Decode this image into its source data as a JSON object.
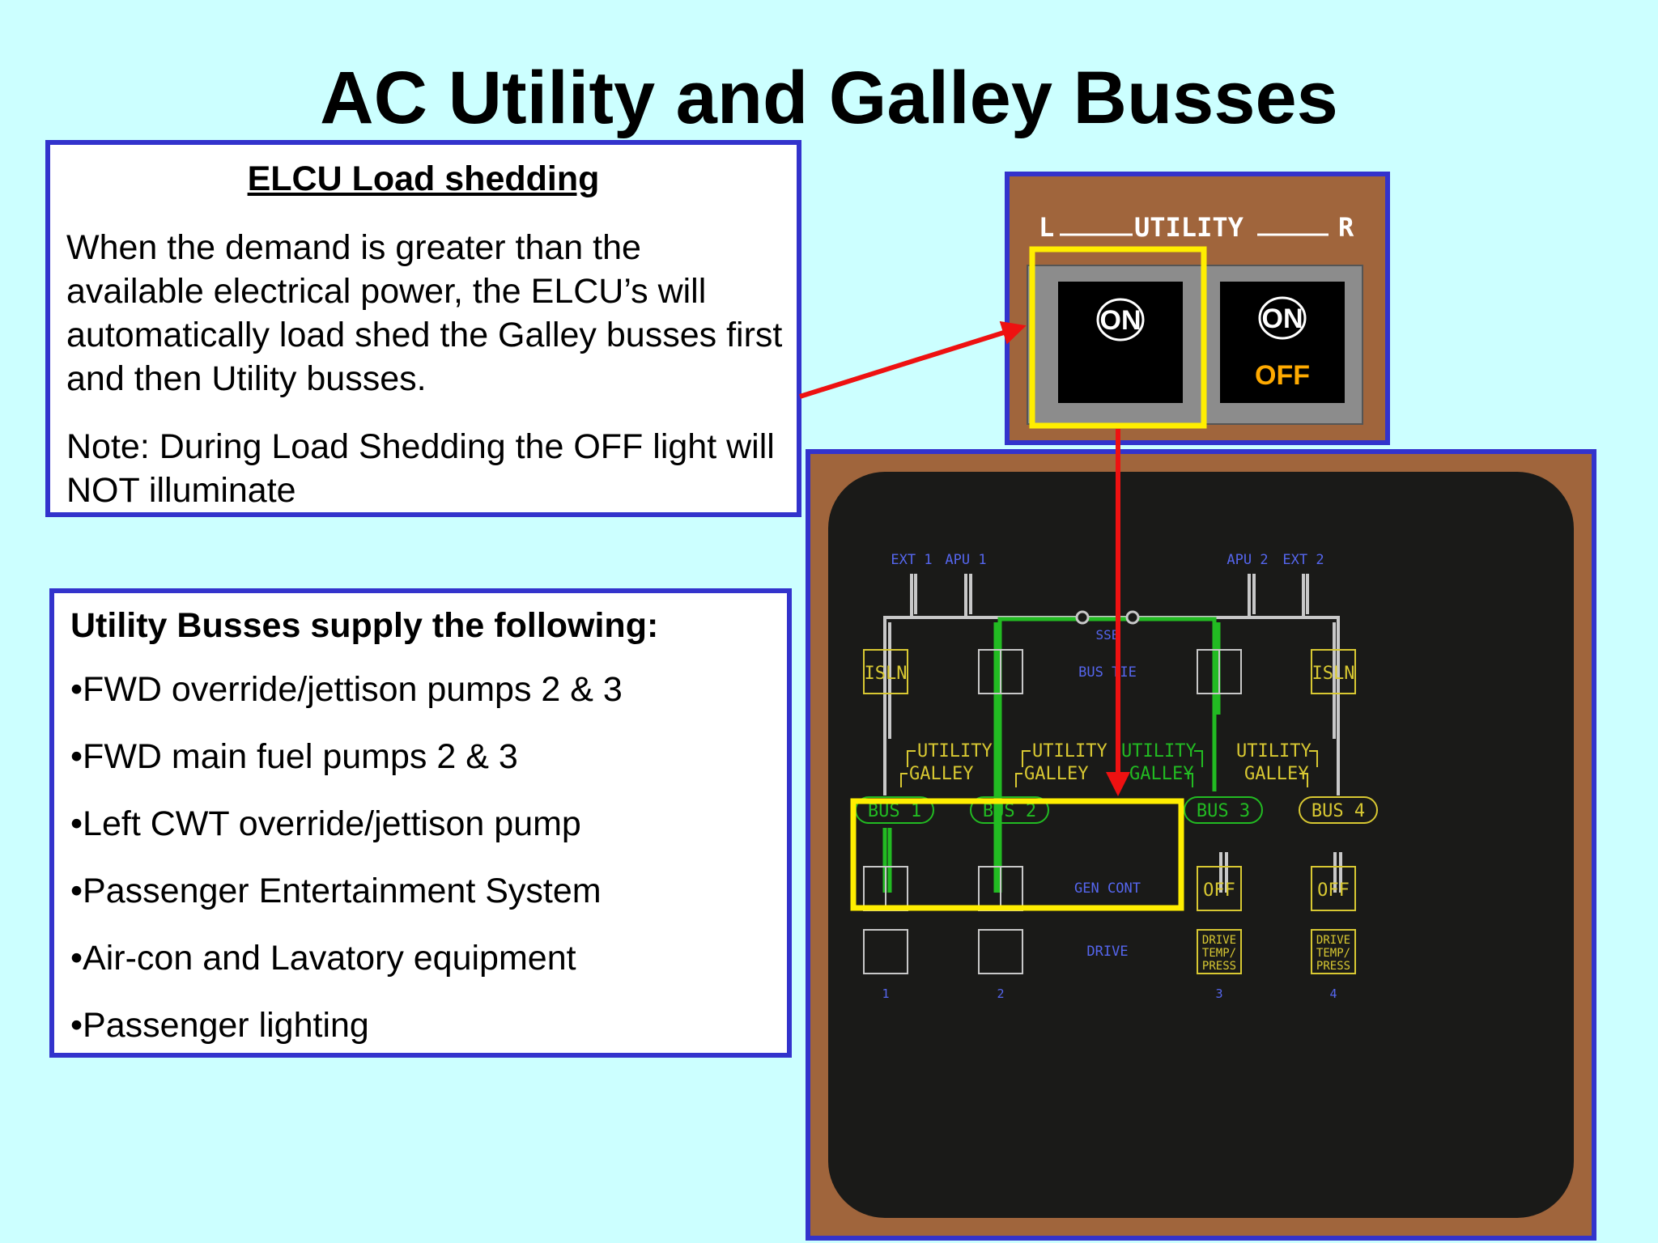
{
  "title": "AC Utility and Galley Busses",
  "elcu_box": {
    "heading": "ELCU Load shedding",
    "paragraph1": "When the demand is greater than the available  electrical power, the ELCU’s will automatically load shed the Galley busses first and then Utility busses.",
    "paragraph2": "Note: During Load Shedding the OFF light will NOT illuminate"
  },
  "utility_box": {
    "heading": "Utility Busses supply the following:",
    "items": [
      "•FWD override/jettison pumps 2 & 3",
      "•FWD main fuel pumps 2 & 3",
      "•Left CWT override/jettison pump",
      "•Passenger Entertainment System",
      "•Air-con and Lavatory equipment",
      "•Passenger lighting"
    ]
  },
  "overhead_panel": {
    "left_label": "L",
    "title": "UTILITY",
    "right_label": "R",
    "left_switch_on": "ON",
    "right_switch_on": "ON",
    "right_switch_off": "OFF"
  },
  "synoptic": {
    "ext1": "EXT 1",
    "apu1": "APU 1",
    "apu2": "APU 2",
    "ext2": "EXT 2",
    "ssb": "SSB",
    "bus_tie": "BUS TIE",
    "isln": "ISLN",
    "utility": "UTILITY",
    "galley": "GALLEY",
    "bus1": "BUS 1",
    "bus2": "BUS 2",
    "bus3": "BUS 3",
    "bus4": "BUS 4",
    "gen_cont": "GEN CONT",
    "drive": "DRIVE",
    "off": "OFF",
    "drive_fault": [
      "DRIVE",
      "TEMP/",
      "PRESS"
    ],
    "num1": "1",
    "num2": "2",
    "num3": "3",
    "num4": "4"
  },
  "colors": {
    "background": "#ccffff",
    "box_border": "#3333cc",
    "panel_brown": "#a0653c",
    "highlight_yellow": "#ffee00",
    "arrow_red": "#ee1111",
    "powered_green": "#22bb22",
    "amber": "#ffaa00"
  }
}
